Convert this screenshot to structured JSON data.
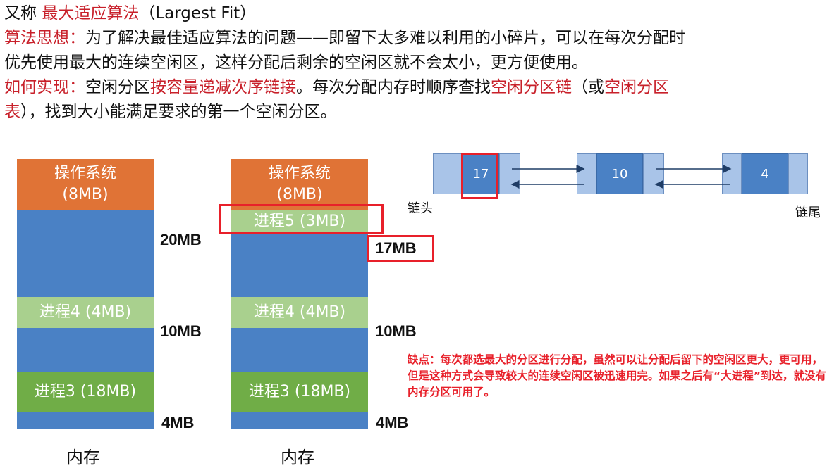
{
  "header": {
    "line1_prefix": "又称",
    "line1_term": "最大适应算法",
    "line1_suffix": "（Largest Fit）",
    "idea_label": "算法思想：",
    "idea_text_1": "为了解决最佳适应算法的问题——即留下太多难以利用的小碎片，可以在每次分配时",
    "idea_text_2": "优先使用最大的连续空闲区，这样分配后剩余的空闲区就不会太小，更方便使用。",
    "impl_label": "如何实现：",
    "impl_text_a": "空闲分区",
    "impl_text_b": "按容量递减次序链接",
    "impl_text_c": "。每次分配内存时顺序查找",
    "impl_text_d": "空闲分区链",
    "impl_text_e": "（或",
    "impl_text_f": "空闲分区",
    "impl_text_g": "表",
    "impl_text_h": "），找到大小能满足要求的第一个空闲分区。"
  },
  "memory_left": {
    "os_label": "操作系统",
    "os_size": "(8MB)",
    "proc4": "进程4 (4MB)",
    "proc3": "进程3 (18MB)",
    "free1": "20MB",
    "free2": "10MB",
    "free3": "4MB",
    "caption": "内存"
  },
  "memory_right": {
    "os_label": "操作系统",
    "os_size": "(8MB)",
    "proc5": "进程5 (3MB)",
    "proc4": "进程4 (4MB)",
    "proc3": "进程3 (18MB)",
    "free1": "17MB",
    "free2": "10MB",
    "free3": "4MB",
    "caption": "内存"
  },
  "linked_list": {
    "nodes": [
      "17",
      "10",
      "4"
    ],
    "head_label": "链头",
    "tail_label": "链尾"
  },
  "note": {
    "text": "缺点：每次都选最大的分区进行分配，虽然可以让分配后留下的空闲区更大，更可用，但是这种方式会导致较大的连续空闲区被迅速用完。如果之后有“大进程”到达，就没有内存分区可用了。"
  },
  "colors": {
    "accent_red": "#c8202a",
    "os": "#e07336",
    "free": "#4a81c5",
    "process_light": "#a9d08e",
    "process_dark": "#70ad47"
  }
}
